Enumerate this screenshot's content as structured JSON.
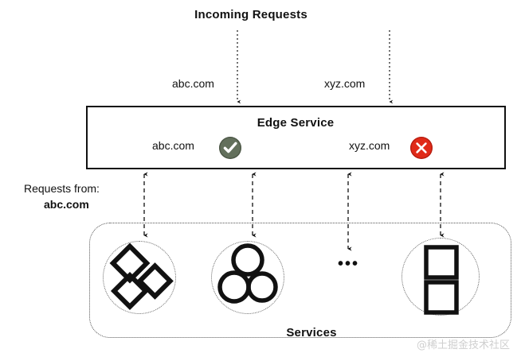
{
  "diagram": {
    "title": "Incoming Requests",
    "incoming": {
      "left_label": "abc.com",
      "right_label": "xyz.com"
    },
    "edge_service": {
      "title": "Edge Service",
      "allowed_label": "abc.com",
      "allowed_icon": "check-circle-icon",
      "blocked_label": "xyz.com",
      "blocked_icon": "x-circle-icon",
      "allowed_color": "#63705c",
      "blocked_color": "#e02a18"
    },
    "side_note": {
      "line1": "Requests from:",
      "line2": "abc.com"
    },
    "services": {
      "title": "Services",
      "ellipsis": "•••",
      "nodes": [
        {
          "name": "diamonds-service",
          "icon": "diamonds-icon"
        },
        {
          "name": "circles-service",
          "icon": "circles-icon"
        },
        {
          "name": "more-services",
          "icon": "ellipsis-icon"
        },
        {
          "name": "squares-service",
          "icon": "squares-icon"
        }
      ]
    },
    "watermark": "@稀土掘金技术社区"
  }
}
